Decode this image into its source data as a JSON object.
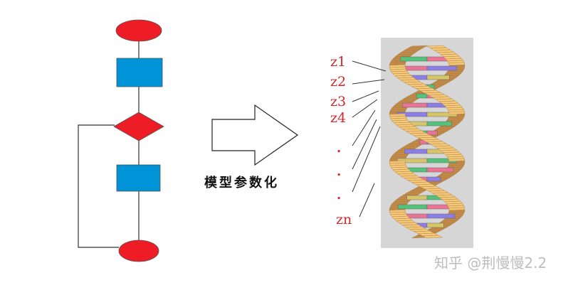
{
  "flowchart": {
    "start_color": "#ee1c25",
    "process_color": "#0093d8",
    "decision_color": "#ee1c25",
    "end_color": "#ee1c25"
  },
  "arrow": {
    "caption": "模型参数化"
  },
  "dna": {
    "labels": [
      "z1",
      "z2",
      "z3",
      "z4",
      ".",
      ".",
      ".",
      "zn"
    ],
    "background_color": "#d6d6d6",
    "strand_colors": [
      "#f6c97a",
      "#c38a4a"
    ],
    "base_pair_colors": [
      "#55c27b",
      "#e87596",
      "#8d7ee6",
      "#d7c56a"
    ]
  },
  "watermark": "知乎 @荆慢慢2.2"
}
